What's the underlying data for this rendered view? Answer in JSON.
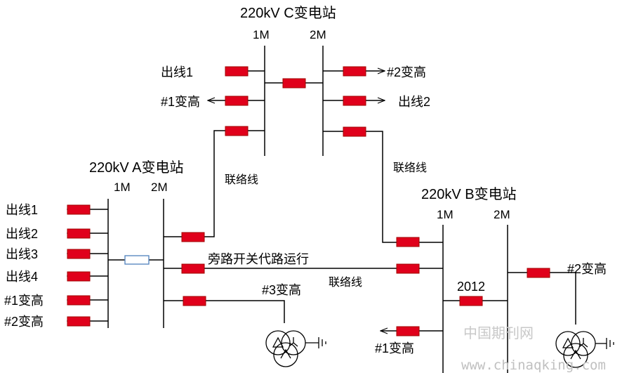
{
  "stations": {
    "c": {
      "title": "220kV C变电站",
      "bus1": "1M",
      "bus2": "2M"
    },
    "a": {
      "title": "220kV A变电站",
      "bus1": "1M",
      "bus2": "2M"
    },
    "b": {
      "title": "220kV B变电站",
      "bus1": "1M",
      "bus2": "2M"
    }
  },
  "c_station": {
    "out1": "出线1",
    "xfmr1": "#1变高",
    "xfmr2": "#2变高",
    "out2": "出线2"
  },
  "a_station": {
    "out1": "出线1",
    "out2": "出线2",
    "out3": "出线3",
    "out4": "出线4",
    "xfmr1": "#1变高",
    "xfmr2": "#2变高",
    "bypass": "旁路开关代路运行",
    "xfmr3": "#3变高"
  },
  "b_station": {
    "coupler": "2012",
    "xfmr2": "#2变高",
    "xfmr1": "#1变高"
  },
  "tie_lines": {
    "ac": "联络线",
    "cb": "联络线",
    "ab": "联络线"
  },
  "watermark": {
    "cn": "中国期刊网",
    "url": "www.chinaqking.com"
  },
  "colors": {
    "breaker_fill": "#e0001b",
    "breaker_stroke": "#a00000",
    "line": "#000000",
    "coupler_outline": "#4f81bd"
  }
}
